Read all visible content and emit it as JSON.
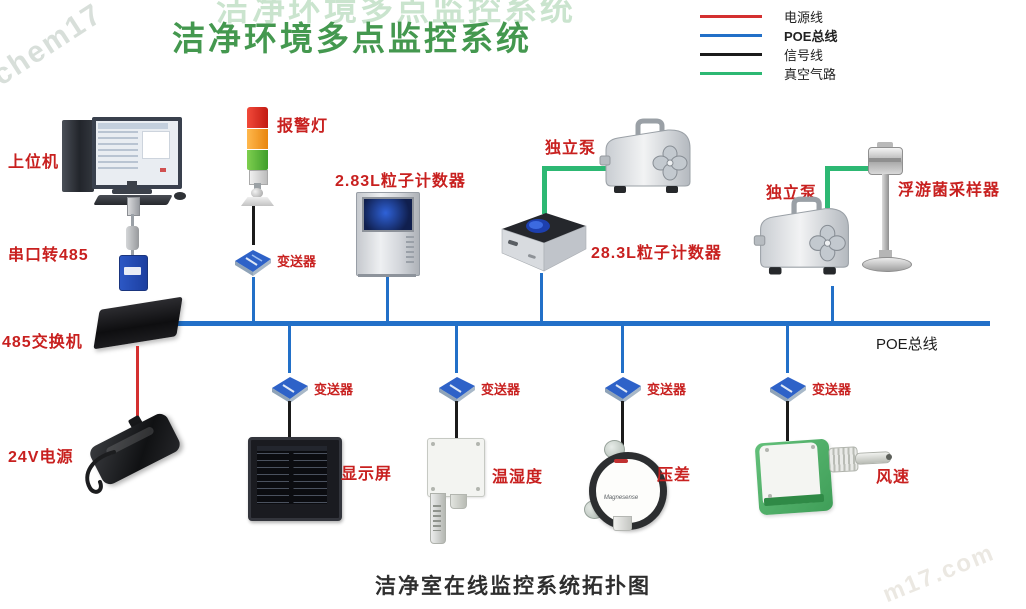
{
  "title": "洁净环境多点监控系统",
  "caption": "洁净室在线监控系统拓扑图",
  "watermarks": {
    "top_left": "chem17",
    "bottom_right": "m17.com"
  },
  "legend": {
    "items": [
      {
        "label": "电源线",
        "color": "#d43030"
      },
      {
        "label": "POE总线",
        "color": "#2270c8"
      },
      {
        "label": "信号线",
        "color": "#1b1b1b"
      },
      {
        "label": "真空气路",
        "color": "#2db873"
      }
    ]
  },
  "bus": {
    "label": "POE总线"
  },
  "left_chain": {
    "host_label": "上位机",
    "serial_label": "串口转485",
    "switch_label": "485交换机",
    "power_label": "24V电源"
  },
  "top_branches": {
    "alarm_label": "报警灯",
    "alarm_transmitter_label": "变送器",
    "counter_283_label": "2.83L粒子计数器",
    "pump_left_label": "独立泵",
    "counter_2830_label": "28.3L粒子计数器",
    "pump_right_label": "独立泵",
    "sampler_label": "浮游菌采样器"
  },
  "bottom_branches": [
    {
      "transmitter_label": "变送器",
      "device_label": "显示屏"
    },
    {
      "transmitter_label": "变送器",
      "device_label": "温湿度"
    },
    {
      "transmitter_label": "变送器",
      "device_label": "压差"
    },
    {
      "transmitter_label": "变送器",
      "device_label": "风速"
    }
  ],
  "pressure_gauge_text": "Magnesense"
}
